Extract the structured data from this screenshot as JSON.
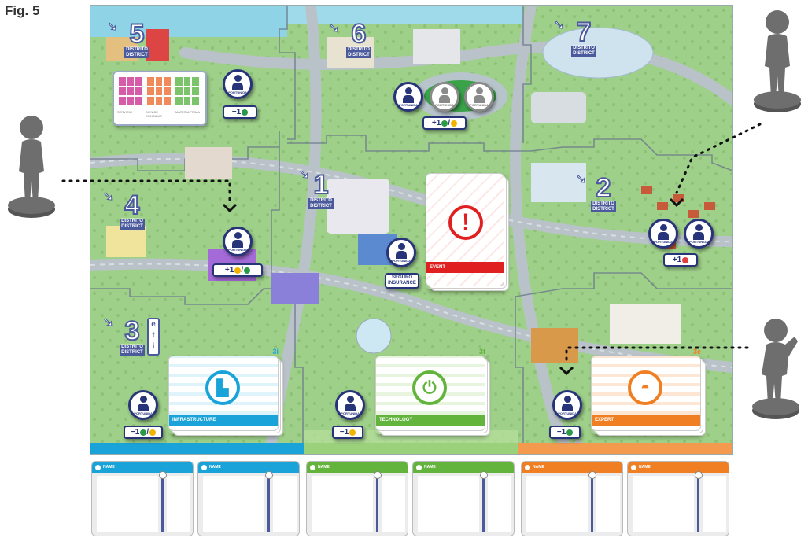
{
  "figure_label": "Fig. 5",
  "districts": [
    {
      "number": "5",
      "label_es": "DISTRITO",
      "label_en": "DISTRICT"
    },
    {
      "number": "6",
      "label_es": "DISTRITO",
      "label_en": "DISTRICT"
    },
    {
      "number": "7",
      "label_es": "DISTRITO",
      "label_en": "DISTRICT"
    },
    {
      "number": "4",
      "label_es": "DISTRITO",
      "label_en": "DISTRICT"
    },
    {
      "number": "1",
      "label_es": "DISTRITO",
      "label_en": "DISTRICT"
    },
    {
      "number": "2",
      "label_es": "DISTRITO",
      "label_en": "DISTRICT"
    },
    {
      "number": "3",
      "label_es": "DISTRITO",
      "label_en": "DISTRICT",
      "side_letters": [
        "e",
        "t",
        "i"
      ]
    }
  ],
  "opportunity_label": {
    "es": "OPORTUNIDAD",
    "en": "OPPORTUNITY"
  },
  "insurance_label": {
    "es": "SEGURO",
    "en": "INSURANCE"
  },
  "costs": {
    "d5": "−1",
    "d6": "+1",
    "d4": "+1",
    "d2": "+1",
    "d3": "−1",
    "tech": "−1",
    "expert": "−1"
  },
  "legend_5": [
    "SERVICIO",
    "BIEN DE CONSUMO",
    "MATERIA PRIMA"
  ],
  "decks": {
    "event": {
      "label": "EVENT",
      "color": "#e02020"
    },
    "infrastructure": {
      "label": "INFRASTRUCTURE",
      "tag": "3i",
      "color": "#1aa3d9"
    },
    "technology": {
      "label": "TECHNOLOGY",
      "tag": "3t",
      "color": "#62b43c"
    },
    "expert": {
      "label": "EXPERT",
      "tag": "3e",
      "color": "#f07f23"
    }
  },
  "sheets": [
    {
      "label": "NAME",
      "color": "#1aa3d9"
    },
    {
      "label": "NAME",
      "color": "#1aa3d9"
    },
    {
      "label": "NAME",
      "color": "#62b43c"
    },
    {
      "label": "NAME",
      "color": "#62b43c"
    },
    {
      "label": "NAME",
      "color": "#f07f23"
    },
    {
      "label": "NAME",
      "color": "#f07f23"
    }
  ],
  "colors": {
    "navy": "#27347a",
    "coin_green": "#2a9a4a",
    "coin_yellow": "#f0b400",
    "coin_red": "#e04040",
    "band_blue": "#1aa3d9",
    "band_green": "#62b43c",
    "band_orange": "#f07f23"
  }
}
